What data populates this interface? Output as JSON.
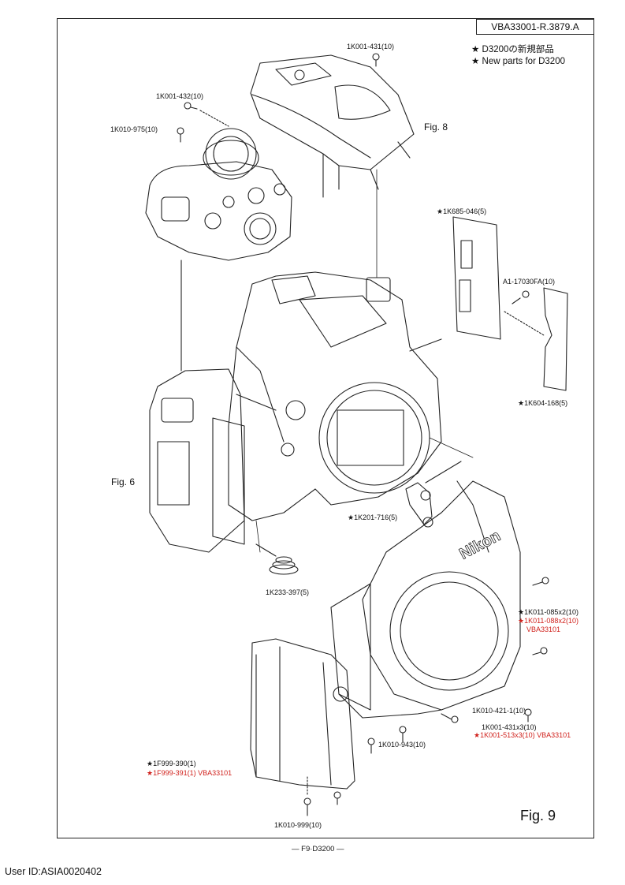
{
  "doc_id": "VBA33001-R.3879.A",
  "legend": [
    {
      "star": "★",
      "text": "D3200の新規部品"
    },
    {
      "star": "★",
      "text": "New parts for D3200"
    }
  ],
  "labels": {
    "p1k001_431": "1K001-431(10)",
    "p1k001_432": "1K001-432(10)",
    "p1k010_975": "1K010-975(10)",
    "p1k685_046": "★1K685-046(5)",
    "pa1_17030": "A1-17030FA(10)",
    "p1k604_168": "★1K604-168(5)",
    "p1k201_716": "★1K201-716(5)",
    "p1k233_397": "1K233-397(5)",
    "p1k011_085": "★1K011-085x2(10)",
    "p1k011_088": "★1K011-088x2(10)",
    "vba1": "VBA33101",
    "p1k010_421": "1K010-421-1(10)",
    "p1k001_431x3": "1K001-431x3(10)",
    "p1k001_513x3": "★1K001-513x3(10) VBA33101",
    "p1k010_943": "1K010-943(10)",
    "p1f999_390": "★1F999-390(1)",
    "p1f999_391": "★1F999-391(1) VBA33101",
    "p1k010_999": "1K010-999(10)"
  },
  "figures": {
    "fig8": "Fig. 8",
    "fig6": "Fig. 6",
    "fig9": "Fig. 9"
  },
  "brand_text": "Nikon",
  "footer": "— F9·D3200 —",
  "user_id": "User ID:ASIA0020402",
  "colors": {
    "line": "#222222",
    "red_label": "#d0211c"
  }
}
